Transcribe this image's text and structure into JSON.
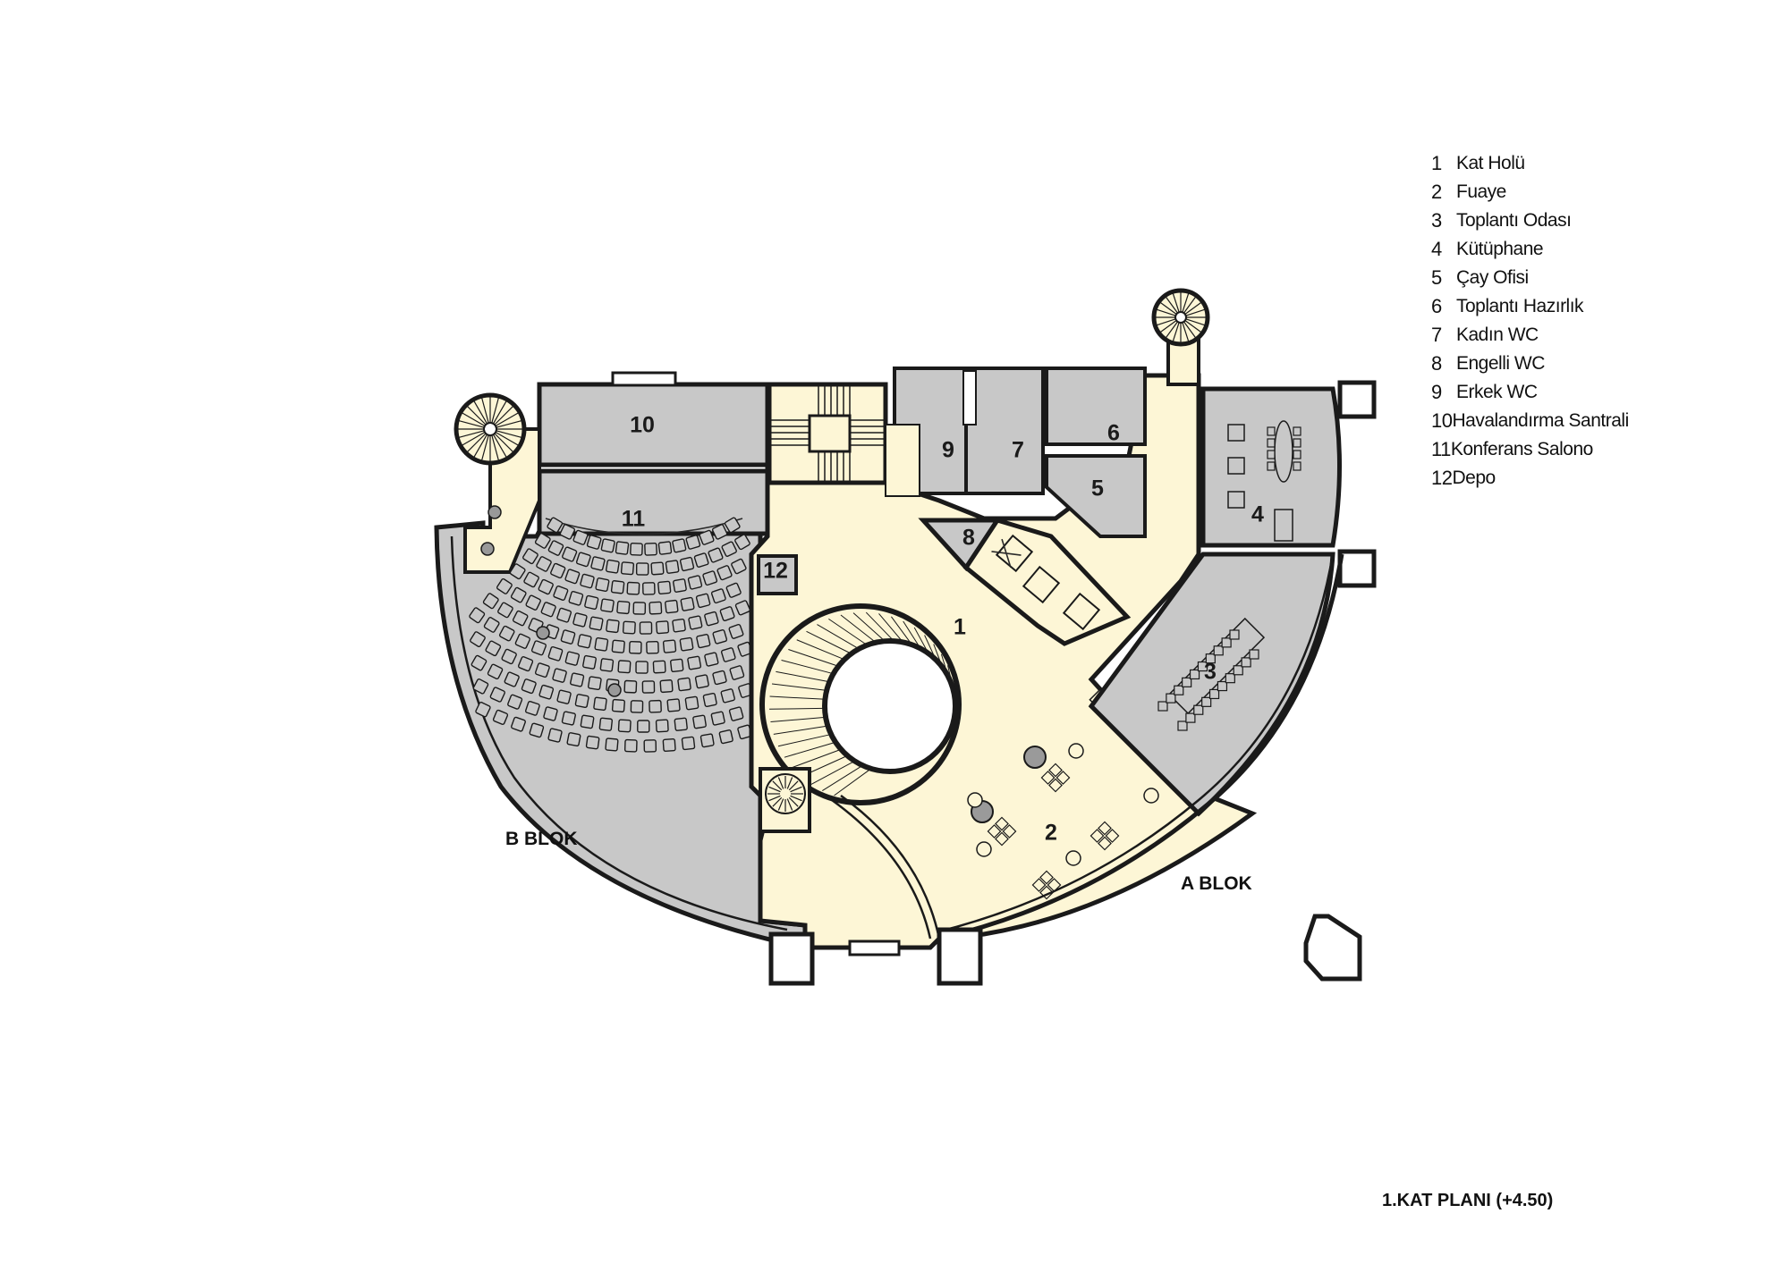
{
  "title": "1.KAT PLANI (+4.50)",
  "blocks": {
    "a": "A BLOK",
    "b": "B BLOK"
  },
  "colors": {
    "circulation": "#fdf6d6",
    "enclosed_room": "#c8c8c8",
    "wall": "#1a1a1a",
    "column": "#8a8a8a",
    "void": "#ffffff"
  },
  "rooms": [
    {
      "num": "1",
      "name": "Kat Holü"
    },
    {
      "num": "2",
      "name": "Fuaye"
    },
    {
      "num": "3",
      "name": "Toplantı Odası"
    },
    {
      "num": "4",
      "name": "Kütüphane"
    },
    {
      "num": "5",
      "name": "Çay Ofisi"
    },
    {
      "num": "6",
      "name": "Toplantı Hazırlık"
    },
    {
      "num": "7",
      "name": "Kadın WC"
    },
    {
      "num": "8",
      "name": "Engelli WC"
    },
    {
      "num": "9",
      "name": "Erkek WC"
    },
    {
      "num": "10",
      "name": "Havalandırma Santrali"
    },
    {
      "num": "11",
      "name": "Konferans Salono"
    },
    {
      "num": "12",
      "name": "Depo"
    }
  ]
}
